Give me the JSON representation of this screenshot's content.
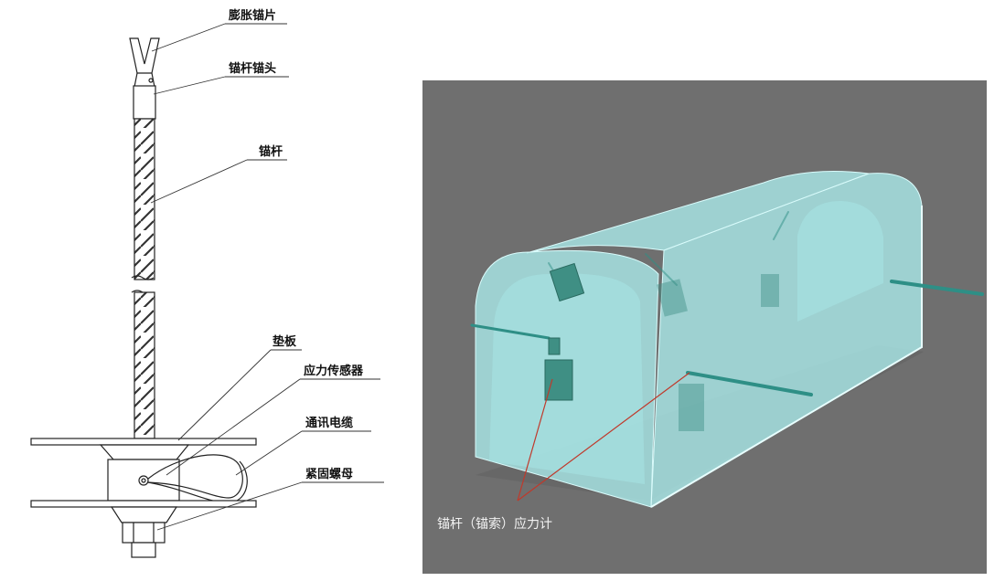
{
  "left_diagram": {
    "labels": {
      "expansion_piece": "膨胀锚片",
      "anchor_head": "锚杆锚头",
      "anchor_rod": "锚杆",
      "plate": "垫板",
      "stress_sensor": "应力传感器",
      "cable": "通讯电缆",
      "nut": "紧固螺母"
    }
  },
  "right_render": {
    "caption": "锚杆（锚索）应力计",
    "colors": {
      "background": "#6f6f6f",
      "tunnel": "#a8e6e6",
      "rod": "#2e8f86",
      "meter": "#3f8f84",
      "pointer": "#c0392b"
    }
  }
}
